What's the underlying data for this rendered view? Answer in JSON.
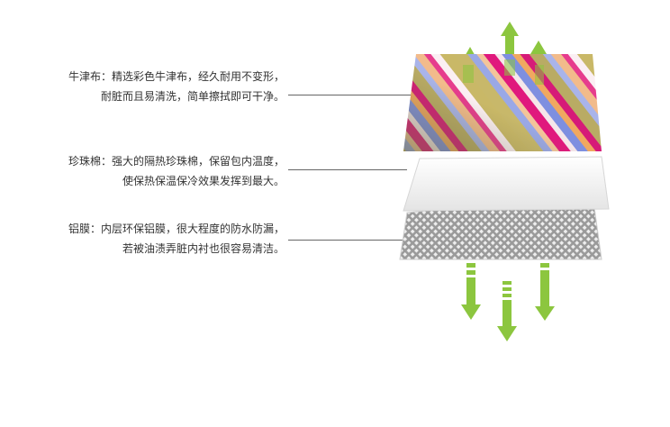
{
  "layers": [
    {
      "name": "牛津布",
      "line1": "牛津布：精选彩色牛津布，经久耐用不变形，",
      "line2": "耐脏而且易清洗，简单擦拭即可干净。"
    },
    {
      "name": "珍珠棉",
      "line1": "珍珠棉：强大的隔热珍珠棉，保留包内温度，",
      "line2": "使保热保温保冷效果发挥到最大。"
    },
    {
      "name": "铝膜",
      "line1": "铝膜：内层环保铝膜，很大程度的防水防漏，",
      "line2": "若被油渍弄脏内衬也很容易清洁。"
    }
  ],
  "colors": {
    "arrow": "#8cc63f",
    "text": "#333333",
    "leader": "#666666"
  }
}
